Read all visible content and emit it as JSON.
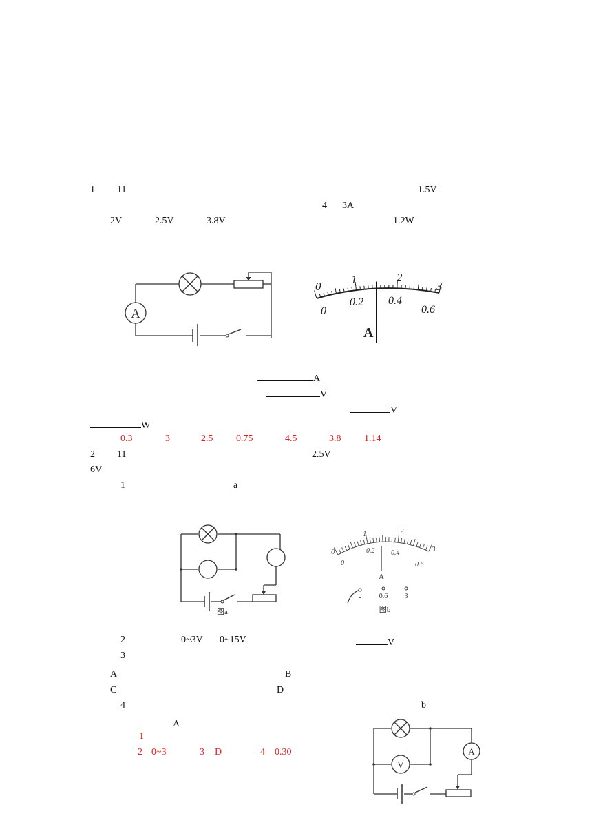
{
  "q1": {
    "line1_num": "1",
    "line1_pts": "11",
    "line1_volt": "1.5V",
    "line2_num": "4",
    "line2_amp": "3A",
    "line3_a": "2V",
    "line3_b": "2.5V",
    "line3_c": "3.8V",
    "line3_power": "1.2W",
    "blank1_unit": "A",
    "blank2_unit": "V",
    "blank3_unit": "V",
    "blank4_unit": "W",
    "answers": [
      "0.3",
      "3",
      "2.5",
      "0.75",
      "4.5",
      "3.8",
      "1.14"
    ]
  },
  "meter1": {
    "top_scale": [
      "0",
      "1",
      "2",
      "3"
    ],
    "bottom_scale": [
      "0",
      "0.2",
      "0.4",
      "0.6"
    ],
    "label": "A",
    "needle_value": 0.3
  },
  "q2": {
    "line1_num": "2",
    "line1_pts": "11",
    "line1_volt": "2.5V",
    "line2_volt": "6V",
    "sub1_num": "1",
    "sub1_fig": "a",
    "sub2_num": "2",
    "sub2_range1": "0~3V",
    "sub2_range2": "0~15V",
    "sub2_unit": "V",
    "sub3_num": "3",
    "opt_a": "A",
    "opt_b": "B",
    "opt_c": "C",
    "opt_d": "D",
    "sub4_num": "4",
    "sub4_fig": "b",
    "sub4_unit": "A",
    "ans1": "1",
    "ans2_num": "2",
    "ans2_val": "0~3",
    "ans3_num": "3",
    "ans3_val": "D",
    "ans4_num": "4",
    "ans4_val": "0.30"
  },
  "figA": {
    "caption": "图a"
  },
  "meter2": {
    "top_scale": [
      "0",
      "1",
      "2",
      "3"
    ],
    "bottom_scale": [
      "0",
      "0.2",
      "0.4",
      "0.6"
    ],
    "label": "A",
    "terminals": [
      "-",
      "0.6",
      "3"
    ],
    "caption": "图b"
  },
  "fig3": {
    "ammeter": "A",
    "voltmeter": "V"
  }
}
